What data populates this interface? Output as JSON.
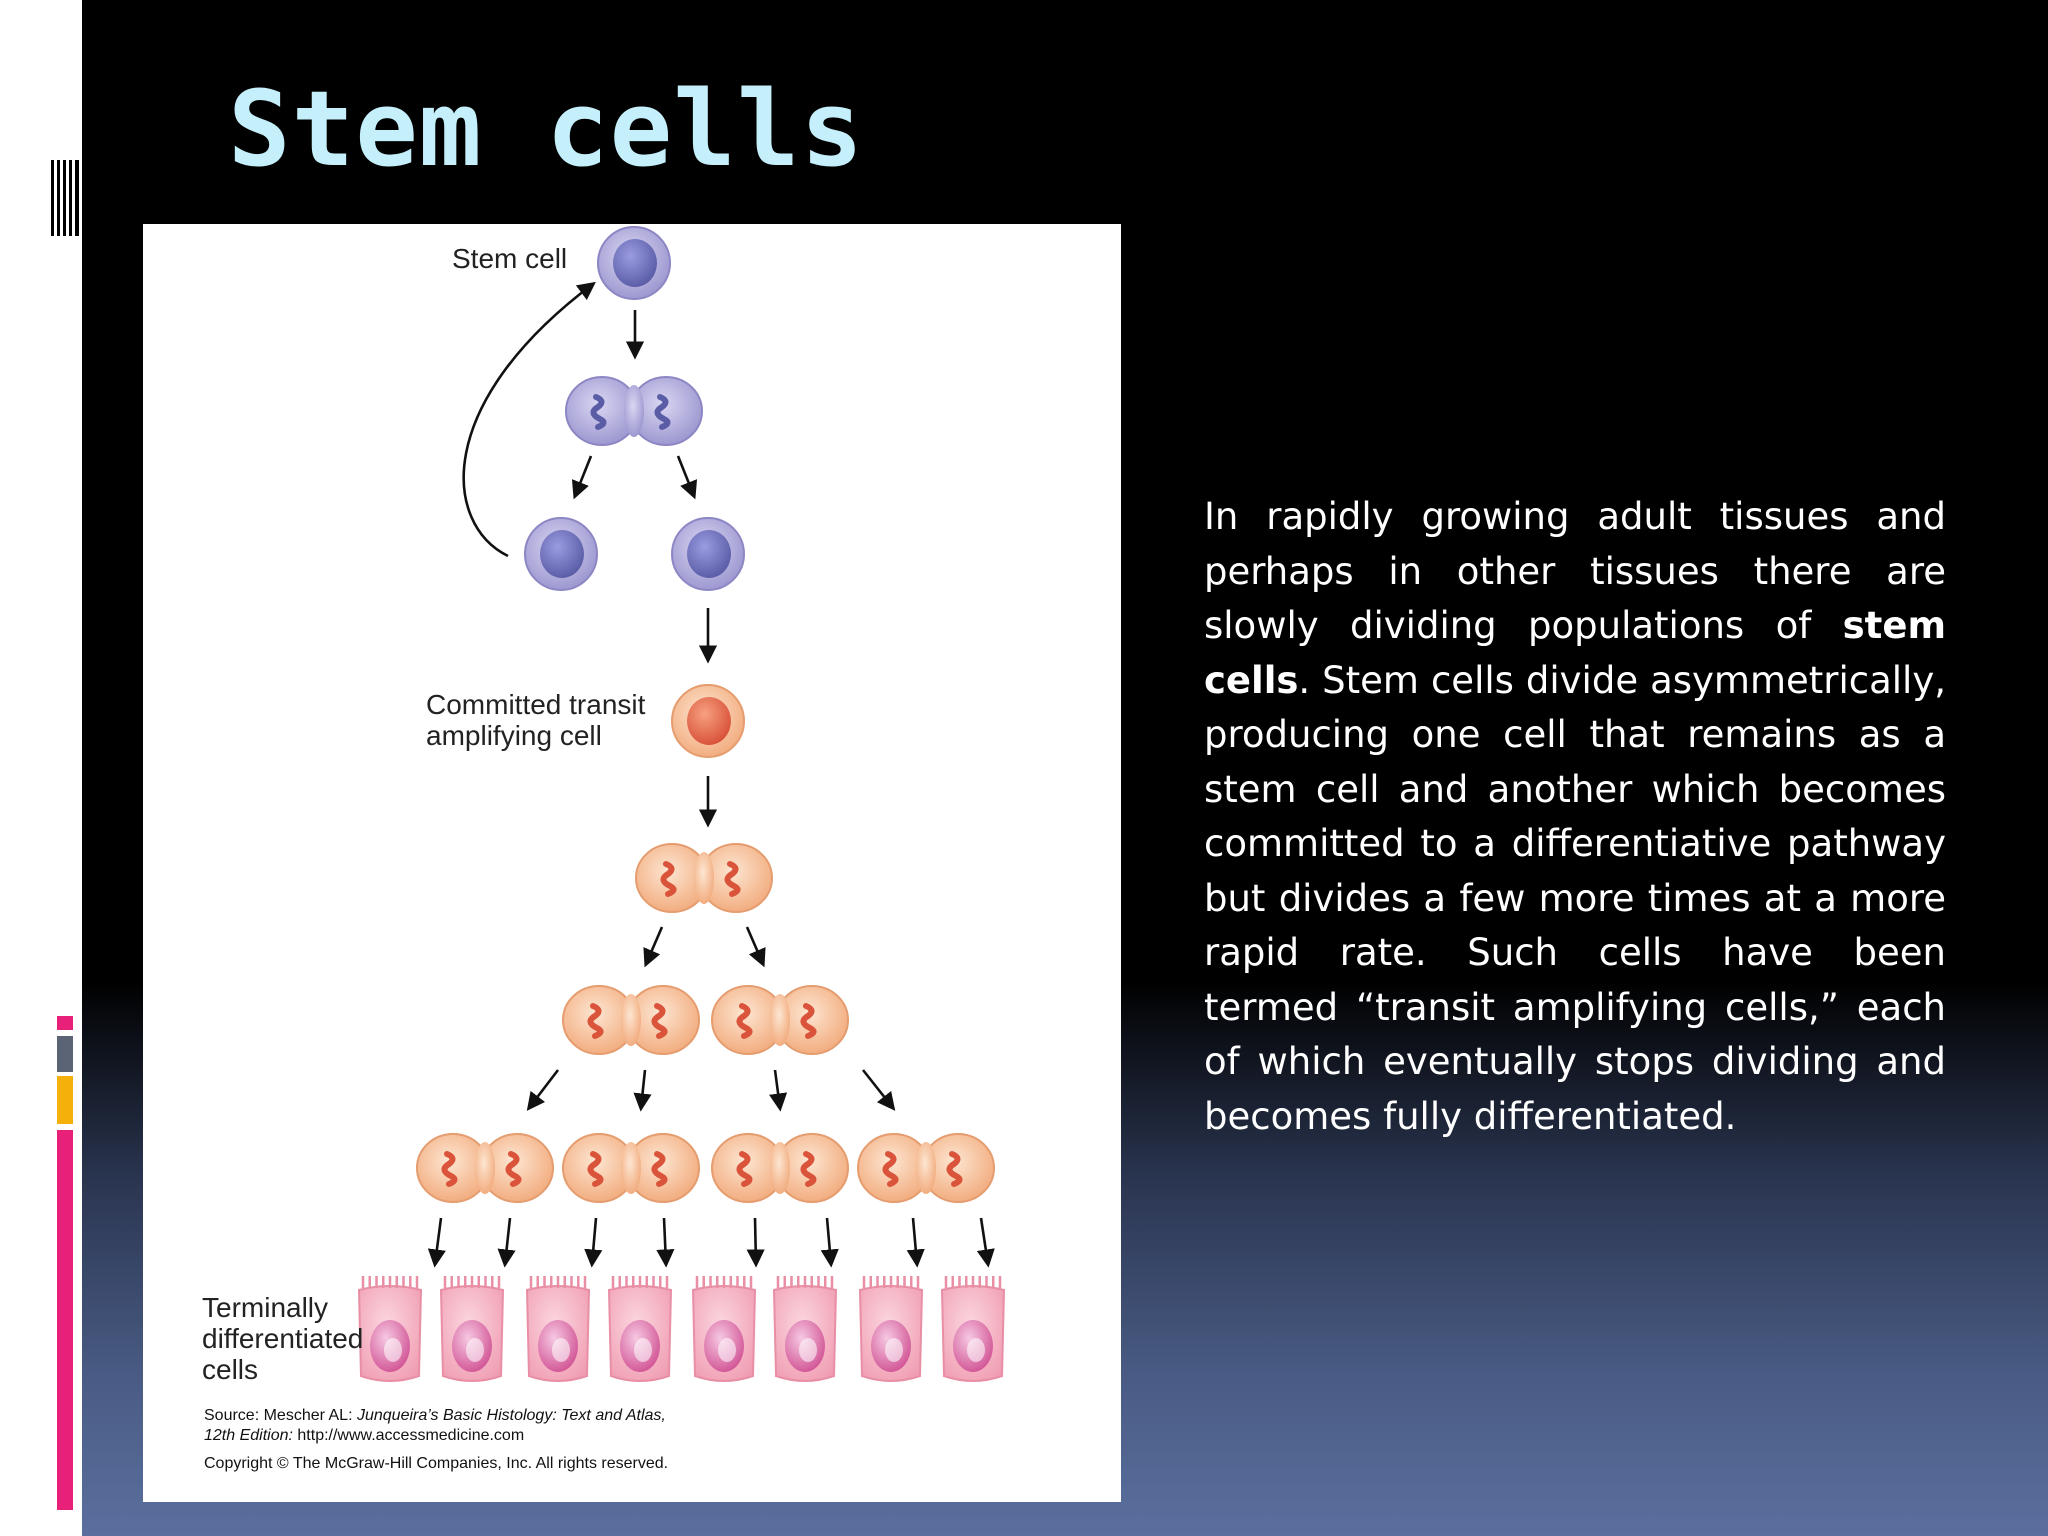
{
  "slide": {
    "title": "Stem cells",
    "body_parts": [
      {
        "text": "In rapidly growing adult tissues and perhaps in other tissues there are slowly dividing populations of ",
        "bold": false
      },
      {
        "text": "stem cells",
        "bold": true
      },
      {
        "text": ". Stem cells divide asymmetrically, producing one cell that remains as a stem cell and another which becomes committed to a differentiative pathway but divides a few more times at a more rapid rate. Such cells have been termed “transit amplifying cells,” each of which eventually stops dividing and becomes fully differentiated.",
        "bold": false
      }
    ]
  },
  "diagram": {
    "labels": {
      "stem_cell": "Stem cell",
      "committed_line1": "Committed transit",
      "committed_line2": "amplifying cell",
      "terminal_line1": "Terminally",
      "terminal_line2": "differentiated",
      "terminal_line3": "cells"
    },
    "source": {
      "line1_a": "Source: Mescher AL: ",
      "line1_b": "Junqueira’s Basic Histology: Text and Atlas,",
      "line2_a": "12th Edition: ",
      "line2_b": "http://www.accessmedicine.com",
      "line3": "Copyright © The McGraw-Hill Companies, Inc. All rights reserved."
    },
    "colors": {
      "stem": "#a7a3d6",
      "stem_nucleus": "#6e6fb8",
      "transit": "#f4b98d",
      "transit_nucleus": "#e0654a",
      "terminal": "#f4b3c2",
      "terminal_nucleus": "#d96ca0"
    }
  },
  "decor": {
    "accent_colors": [
      "#e8207a",
      "#5a6474",
      "#f5b00b",
      "#e8207a"
    ]
  }
}
